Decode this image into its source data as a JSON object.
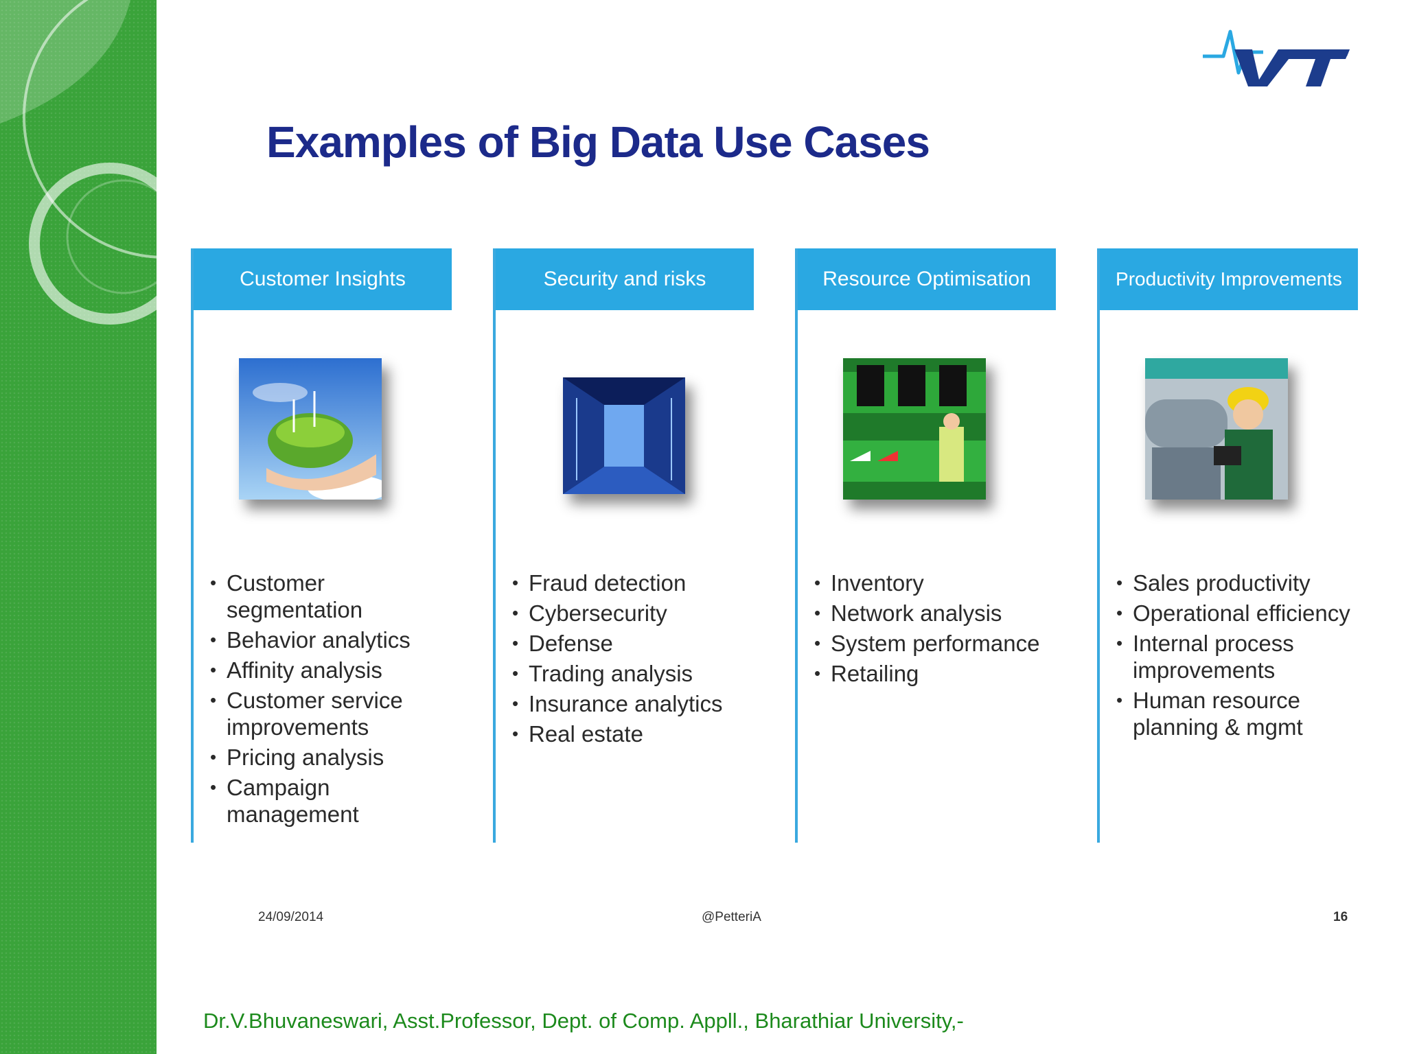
{
  "slide": {
    "title": "Examples of Big Data Use Cases",
    "accent_color": "#2aa8e2",
    "title_color": "#1c2a8a",
    "band_color": "#3aa33a",
    "columns": [
      {
        "header": "Customer Insights",
        "image_icon": "hand-globe-image",
        "bullets": [
          "Customer segmentation",
          "Behavior analytics",
          "Affinity analysis",
          "Customer service improvements",
          "Pricing analysis",
          "Campaign management"
        ]
      },
      {
        "header": "Security and risks",
        "image_icon": "server-room-image",
        "bullets": [
          "Fraud detection",
          "Cybersecurity",
          "Defense",
          "Trading analysis",
          "Insurance analytics",
          "Real estate"
        ]
      },
      {
        "header": "Resource Optimisation",
        "image_icon": "machinery-worker-image",
        "bullets": [
          "Inventory",
          "Network analysis",
          "System performance",
          "Retailing"
        ]
      },
      {
        "header": "Productivity Improvements",
        "image_icon": "engineer-hardhat-image",
        "bullets": [
          "Sales productivity",
          "Operational efficiency",
          "Internal process improvements",
          "Human resource planning & mgmt"
        ]
      }
    ],
    "footer": {
      "date": "24/09/2014",
      "handle": "@PetteriA",
      "page_number": "16"
    },
    "credit": "Dr.V.Bhuvaneswari, Asst.Professor, Dept. of Comp. Appll., Bharathiar University,-"
  }
}
